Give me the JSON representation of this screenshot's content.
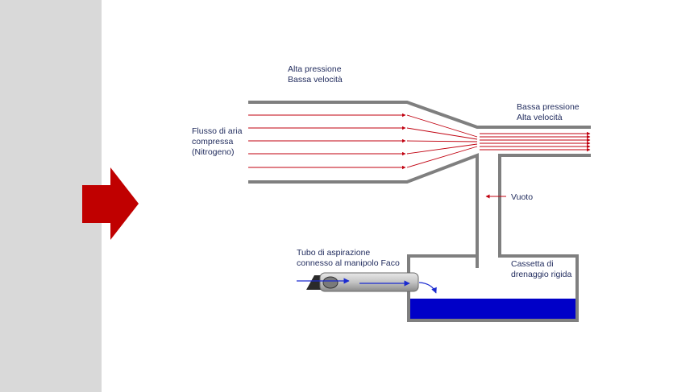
{
  "labels": {
    "high_pressure": "Alta pressione",
    "low_velocity": "Bassa velocità",
    "low_pressure": "Bassa pressione",
    "high_velocity": "Alta velocità",
    "flow_line1": "Flusso di aria",
    "flow_line2": "compressa",
    "flow_line3": "(Nitrogeno)",
    "vacuum": "Vuoto",
    "tube_line1": "Tubo di aspirazione",
    "tube_line2": "connesso al manipolo Faco",
    "cassette_line1": "Cassetta di",
    "cassette_line2": "drenaggio rigida"
  },
  "icons": {
    "navigation": "red-right-arrow-icon",
    "flow": "red-flow-arrow-icon",
    "suction": "blue-flow-arrow-icon"
  },
  "colors": {
    "sidebar": "#d9d9d9",
    "pipe": "#7f7f7f",
    "airflow": "#c0000f",
    "liquid": "#0000c8",
    "arrow": "#c00000",
    "text": "#1f2a5c",
    "handpiece": "#b0b0b0"
  }
}
